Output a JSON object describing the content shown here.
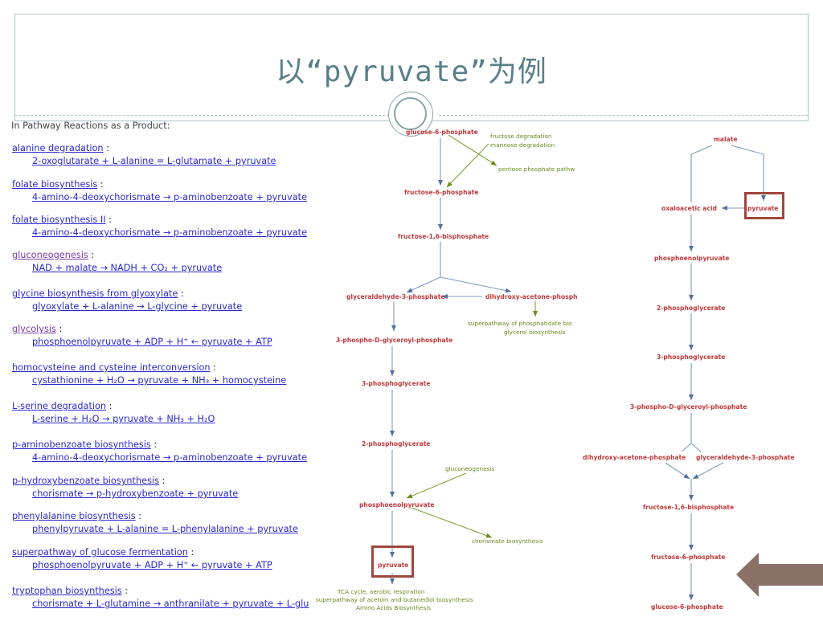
{
  "slide": {
    "title": "以“pyruvate”为例"
  },
  "reactions": {
    "heading": "In Pathway Reactions as a Product:",
    "items": [
      {
        "pathway": "alanine degradation",
        "equation": "2-oxoglutarate + L-alanine = L-glutamate + pyruvate",
        "visited": false
      },
      {
        "pathway": "folate biosynthesis",
        "equation": "4-amino-4-deoxychorismate → p-aminobenzoate + pyruvate",
        "visited": false
      },
      {
        "pathway": "folate biosynthesis II",
        "equation": "4-amino-4-deoxychorismate → p-aminobenzoate + pyruvate",
        "visited": false
      },
      {
        "pathway": "gluconeogenesis",
        "equation": "NAD + malate → NADH + CO₂ + pyruvate",
        "visited": true
      },
      {
        "pathway": "glycine biosynthesis from glyoxylate",
        "equation": "glyoxylate + L-alanine → L-glycine + pyruvate",
        "visited": false
      },
      {
        "pathway": "glycolysis",
        "equation": "phosphoenolpyruvate + ADP + H⁺ ← pyruvate + ATP",
        "visited": true
      },
      {
        "pathway": "homocysteine and cysteine interconversion",
        "equation": "cystathionine + H₂O → pyruvate + NH₃ + homocysteine",
        "visited": false
      },
      {
        "pathway": "L-serine degradation",
        "equation": "L-serine + H₂O → pyruvate + NH₃ + H₂O",
        "visited": false
      },
      {
        "pathway": "p-aminobenzoate biosynthesis",
        "equation": "4-amino-4-deoxychorismate → p-aminobenzoate + pyruvate",
        "visited": false
      },
      {
        "pathway": "p-hydroxybenzoate biosynthesis",
        "equation": "chorismate → p-hydroxybenzoate + pyruvate",
        "visited": false
      },
      {
        "pathway": "phenylalanine biosynthesis",
        "equation": "phenylpyruvate + L-alanine = L-phenylalanine + pyruvate",
        "visited": false
      },
      {
        "pathway": "superpathway of glucose fermentation",
        "equation": "phosphoenolpyruvate + ADP + H⁺ ← pyruvate + ATP",
        "visited": false
      },
      {
        "pathway": "tryptophan biosynthesis",
        "equation": "chorismate + L-glutamine → anthranilate + pyruvate + L-glu",
        "visited": false
      }
    ]
  },
  "glycolysis_diagram": {
    "metabolites": {
      "g6p": "glucose-6-phosphate",
      "f6p": "fructose-6-phosphate",
      "fbp": "fructose-1,6-bisphosphate",
      "g3p": "glyceraldehyde-3-phosphate",
      "dhap": "dihydroxy-acetone-phosph",
      "bpg": "3-phospho-D-glyceroyl-phosphate",
      "pg3": "3-phosphoglycerate",
      "pg2": "2-phosphoglycerate",
      "pep": "phosphoenolpyruvate",
      "pyr": "pyruvate"
    },
    "side_labels": {
      "fructose_deg": "fructose degradation",
      "mannose_deg": "mannose degradation",
      "pentose": "pentose phosphate pathw",
      "superpath_1": "superpathway of phosphatidate bio",
      "superpath_2": "glycerol biosynthesis",
      "gluconeo": "gluconeogenesis",
      "chorismate": "chorismate biosynthesis",
      "tca_1": "TCA cycle, aerobic respiration",
      "tca_2": "superpathway of acetoin and butanediol biosynthesis",
      "tca_3": "Amino Acids Biosynthesis"
    }
  },
  "gluconeogenesis_diagram": {
    "metabolites": {
      "malate": "malate",
      "oaa": "oxaloacetic acid",
      "pyr": "pyruvate",
      "pep": "phosphoenolpyruvate",
      "pg2": "2-phosphoglycerate",
      "pg3": "3-phosphoglycerate",
      "bpg": "3-phospho-D-glyceroyl-phosphate",
      "dhap": "dihydroxy-acetone-phosphate",
      "g3p": "glyceraldehyde-3-phosphate",
      "fbp": "fructose-1,6-bisphosphate",
      "f6p": "fructose-6-phosphate",
      "g6p": "glucose-6-phosphate"
    }
  },
  "colors": {
    "metabolite": "#c0393b",
    "pathway_link": "#2a2ad0",
    "visited_link": "#7b3aa8",
    "side_pathway": "#6a8a1a",
    "highlight_box": "#a0463d",
    "nav_arrow": "#8a7066",
    "title": "#5a7f88"
  },
  "icons": {
    "nav": "left-arrow-icon",
    "ornament": "ring-ornament-icon"
  }
}
